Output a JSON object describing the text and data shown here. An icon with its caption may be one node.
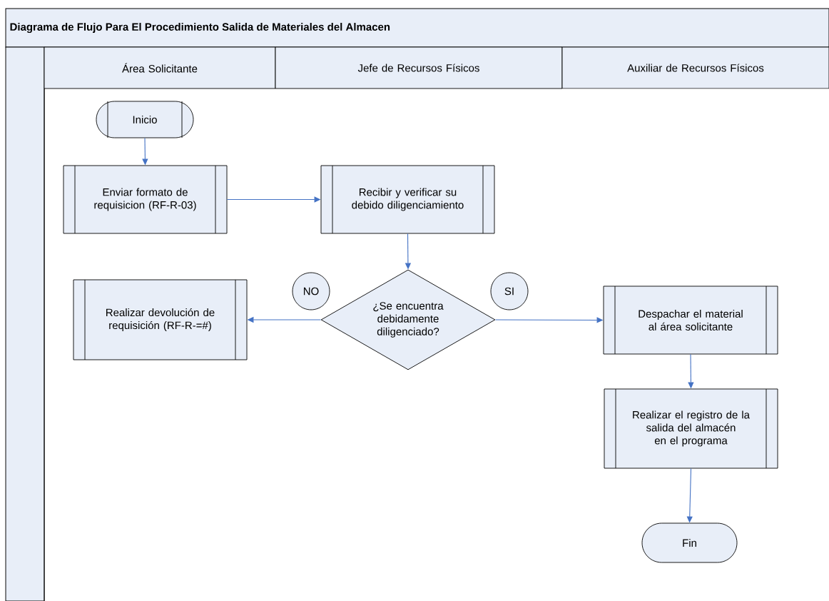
{
  "diagram": {
    "title": "Diagrama de Flujo Para El Procedimiento Salida de Materiales del Almacen",
    "nodes": [
      {
        "text": [
          "Área Solicitante"
        ]
      },
      {
        "text": [
          "Jefe de Recursos Físicos"
        ]
      },
      {
        "text": [
          "Auxiliar de Recursos Físicos"
        ]
      },
      {
        "text": [
          "Inicio"
        ]
      },
      {
        "text": [
          "Enviar formato de requisicion (RF-R-03)"
        ]
      },
      {
        "text": [
          "Recibir y verificar su debido diligenciamiento"
        ]
      },
      {
        "text": [
          "¿Se encuentra debidamente diligenciado?"
        ]
      },
      {
        "text": [
          "NO"
        ]
      },
      {
        "text": [
          "SI"
        ]
      },
      {
        "text": [
          "Realizar devolución de requisición (RF-R-=#)"
        ]
      },
      {
        "text": [
          "Despachar el material al área solicitante"
        ]
      },
      {
        "text": [
          "Realizar el registro de la salida del almacén en el programa"
        ]
      },
      {
        "text": [
          "Fin"
        ]
      }
    ],
    "edges": [
      {
        "from": 3,
        "to": 4,
        "arrow": "to"
      },
      {
        "from": 4,
        "to": 5,
        "arrow": "to"
      },
      {
        "from": 5,
        "to": 6,
        "arrow": "to"
      },
      {
        "from": 6,
        "to": 9,
        "arrow": "to"
      },
      {
        "from": 6,
        "to": 10,
        "arrow": "to"
      },
      {
        "from": 10,
        "to": 11,
        "arrow": "to"
      },
      {
        "from": 11,
        "to": 12,
        "arrow": "to"
      }
    ]
  }
}
